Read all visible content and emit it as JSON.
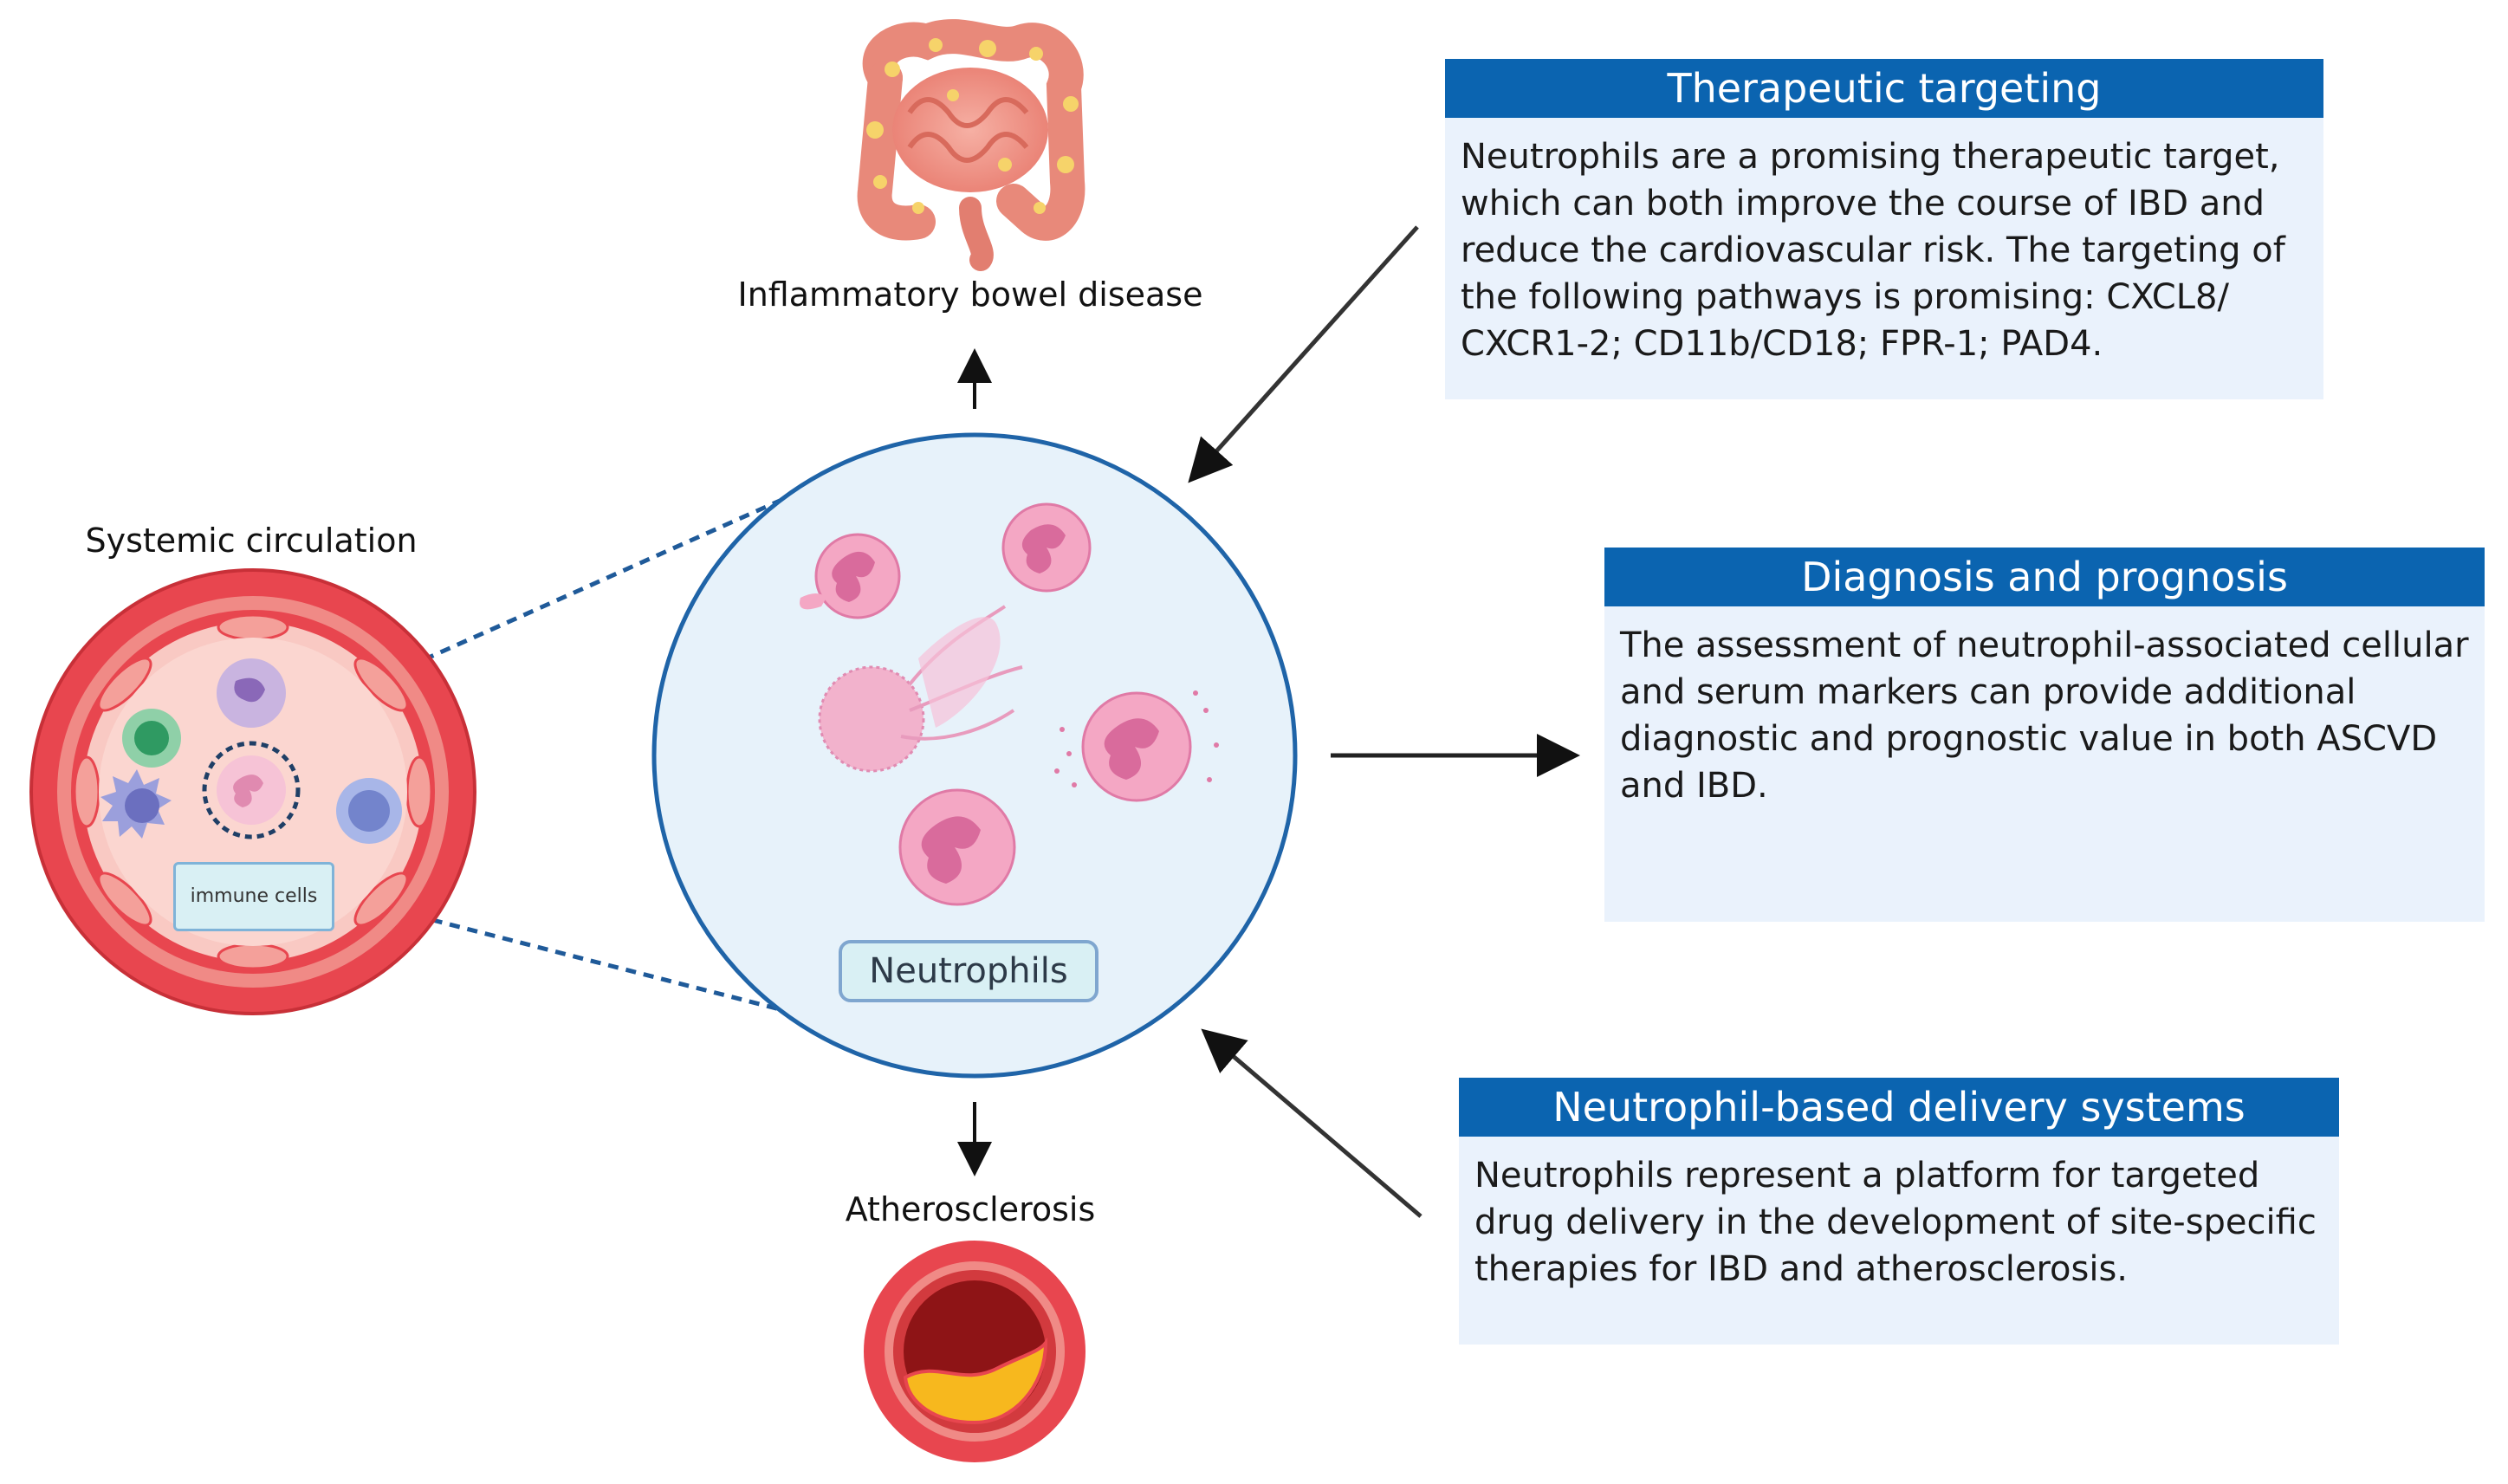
{
  "labels": {
    "ibd": "Inflammatory bowel disease",
    "atherosclerosis": "Atherosclerosis",
    "systemic_circulation": "Systemic circulation",
    "neutrophils": "Neutrophils",
    "immune_cells": "immune cells"
  },
  "boxes": {
    "therapeutic": {
      "title": "Therapeutic targeting",
      "text": "Neutrophils are a promising therapeutic target, which can both improve the course of IBD and reduce the cardiovascular risk. The targeting of the following pathways is promising: CXCL8/ CXCR1-2; CD11b/CD18; FPR-1; PAD4."
    },
    "diagnosis": {
      "title": "Diagnosis and prognosis",
      "text": "The assessment of neutrophil-associated cellular and serum markers can provide additional diagnostic and prognostic value in both ASCVD and IBD."
    },
    "delivery": {
      "title": "Neutrophil-based delivery systems",
      "text": "Neutrophils represent a platform for targeted drug delivery in the development of site-specific therapies for IBD and atherosclerosis."
    }
  },
  "colors": {
    "header_blue": "#0b64b0",
    "box_fill": "#eaf2fc",
    "circle_stroke": "#1f64a8",
    "neutrophil_pink": "#f4a7c4",
    "vessel_red": "#e8464f",
    "plaque_yellow": "#f7b81e"
  }
}
